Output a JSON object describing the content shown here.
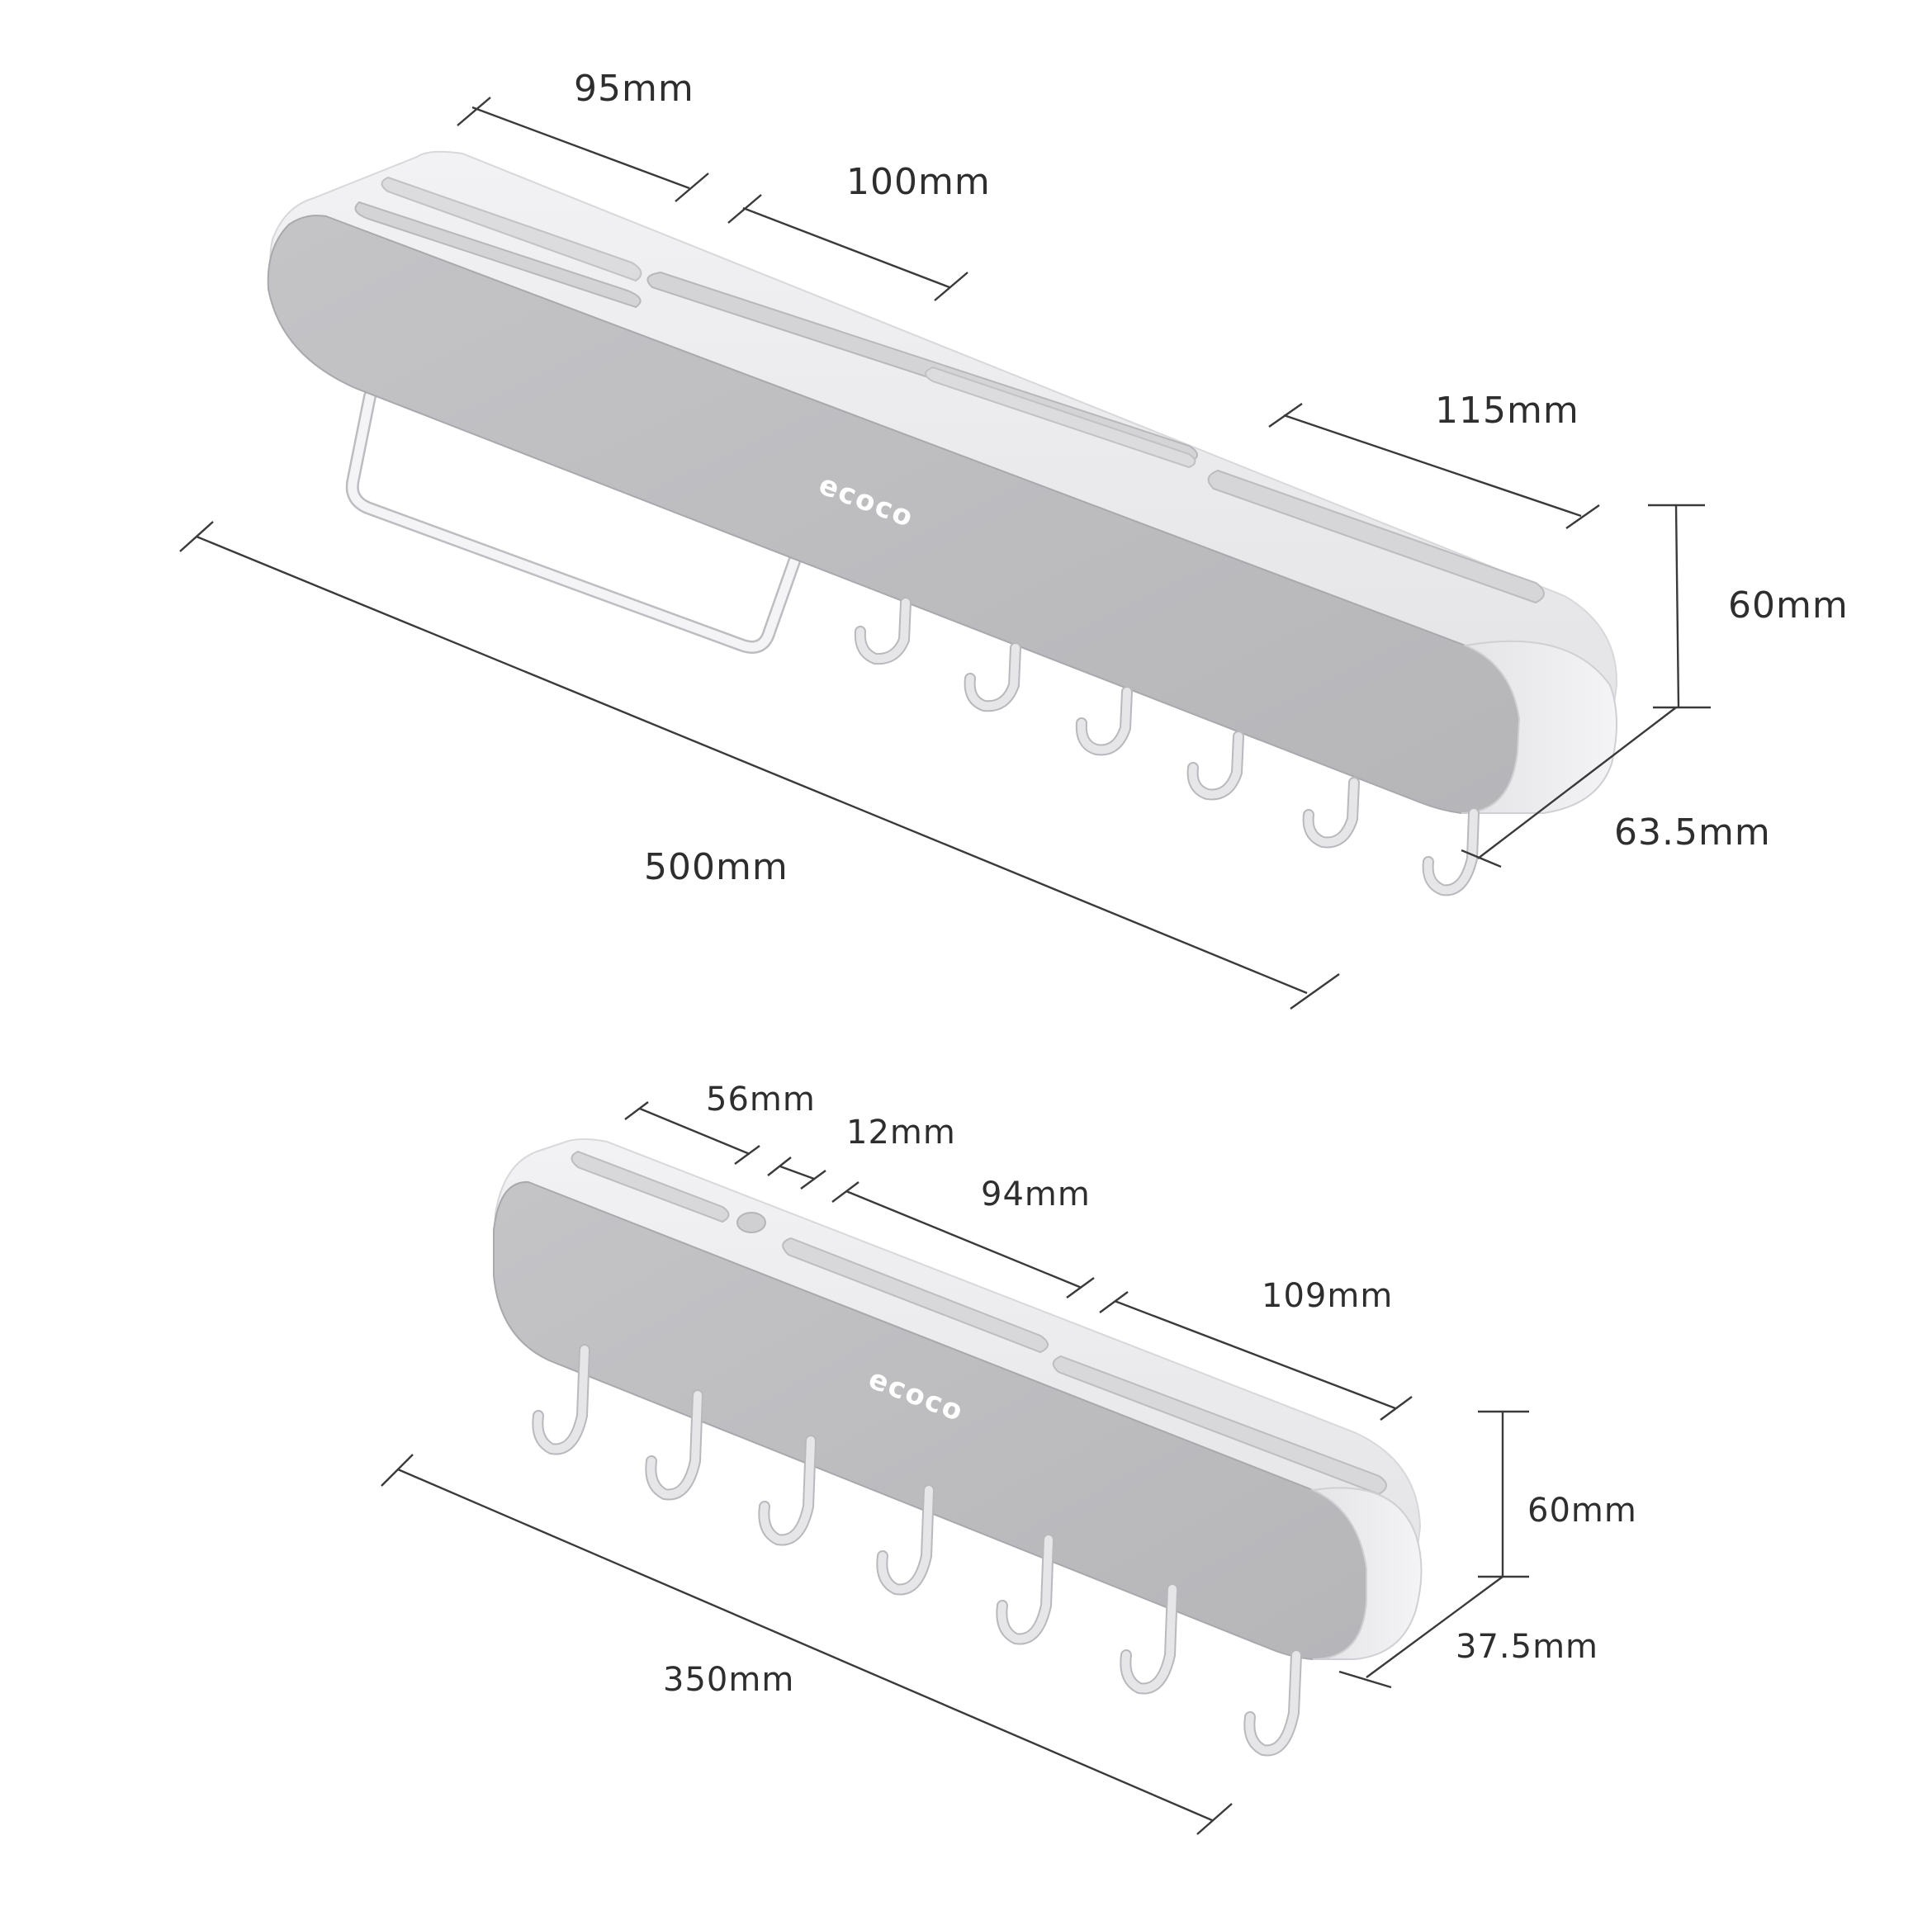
{
  "brand": {
    "logo_text": "ecoco"
  },
  "colors": {
    "background": "#ffffff",
    "front_face": "#bdbdc0",
    "body_shell": "#e9e9eb",
    "slot": "#d6d6d9",
    "dimension_line": "#3a3a3a",
    "label_text": "#2e2e2e"
  },
  "large_rack": {
    "name": "500mm rack with towel bar",
    "hook_count": 6,
    "has_towel_bar": true,
    "dimensions": {
      "slot_1": "95mm",
      "slot_2": "100mm",
      "slot_last": "115mm",
      "height": "60mm",
      "depth": "63.5mm",
      "length": "500mm"
    }
  },
  "small_rack": {
    "name": "350mm rack",
    "hook_count": 7,
    "has_towel_bar": false,
    "dimensions": {
      "slot_1": "56mm",
      "hole": "12mm",
      "slot_2": "94mm",
      "slot_last": "109mm",
      "height": "60mm",
      "depth": "37.5mm",
      "length": "350mm"
    }
  }
}
